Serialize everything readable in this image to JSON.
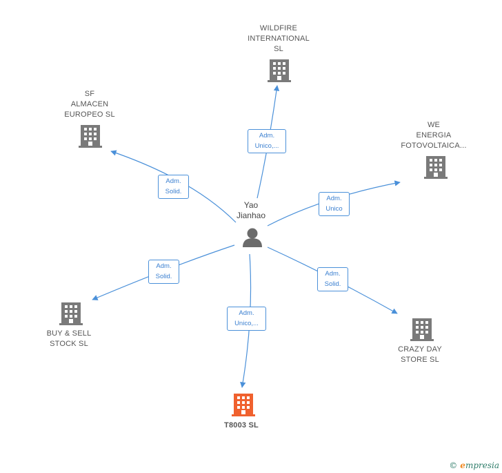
{
  "person": {
    "name": "Yao\nJianhao"
  },
  "companies": [
    {
      "id": "wildfire",
      "label": "WILDFIRE\nINTERNATIONAL\nSL",
      "focus": false
    },
    {
      "id": "sf",
      "label": "SF\nALMACEN\nEUROPEO  SL",
      "focus": false
    },
    {
      "id": "we",
      "label": "WE\nENERGIA\nFOTOVOLTAICA...",
      "focus": false
    },
    {
      "id": "buy",
      "label": "BUY & SELL\nSTOCK  SL",
      "focus": false
    },
    {
      "id": "crazy",
      "label": "CRAZY DAY\nSTORE  SL",
      "focus": false
    },
    {
      "id": "t8003",
      "label": "T8003  SL",
      "focus": true
    }
  ],
  "relations": [
    {
      "target": "wildfire",
      "label": "Adm.\nUnico,..."
    },
    {
      "target": "sf",
      "label": "Adm.\nSolid."
    },
    {
      "target": "we",
      "label": "Adm.\nUnico"
    },
    {
      "target": "buy",
      "label": "Adm.\nSolid."
    },
    {
      "target": "crazy",
      "label": "Adm.\nSolid."
    },
    {
      "target": "t8003",
      "label": "Adm.\nUnico,..."
    }
  ],
  "colors": {
    "edge": "#4a90d9",
    "building": "#7a7a7a",
    "focus_building": "#f0612e",
    "person": "#6b6b6b"
  },
  "footer": {
    "copyright": "©",
    "brand_initial": "e",
    "brand_rest": "mpresia"
  }
}
